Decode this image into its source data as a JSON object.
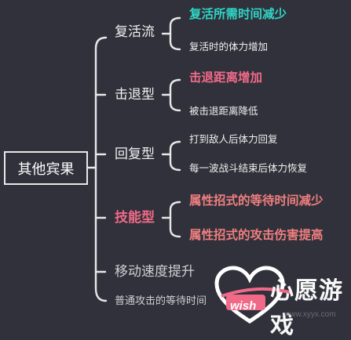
{
  "root": "其他宾果",
  "branches": [
    {
      "label": "复活流",
      "children": [
        "复活所需时间减少",
        "复活时的体力增加"
      ]
    },
    {
      "label": "击退型",
      "children": [
        "击退距离增加",
        "被击退距离降低"
      ]
    },
    {
      "label": "回复型",
      "children": [
        "打到敌人后体力回复",
        "每一波战斗结束后体力恢复"
      ]
    },
    {
      "label": "技能型",
      "children": [
        "属性招式的等待时间减少",
        "属性招式的攻击伤害提高"
      ]
    },
    {
      "label": "移动速度提升",
      "children": []
    },
    {
      "label": "普通攻击的等待时间",
      "children": []
    }
  ],
  "watermark": {
    "brand": "心愿游戏",
    "tag": "wish",
    "url": "www.xyyx.com"
  },
  "colors": {
    "background": "#31313b",
    "lines": "#e8e8e8",
    "cyan": "#2fd4c4",
    "pink": "#f06a88",
    "salmon": "#f07f7f"
  }
}
